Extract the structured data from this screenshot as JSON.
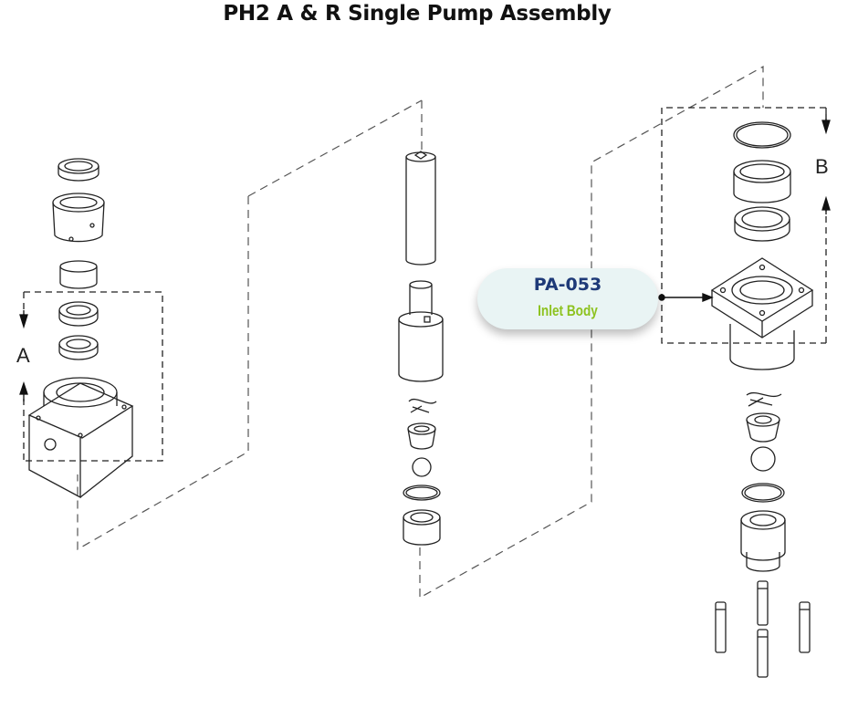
{
  "title": "PH2 A & R Single Pump Assembly",
  "callout": {
    "part_number": "PA-053",
    "part_name": "Inlet Body"
  },
  "labels": {
    "section_a": "A",
    "section_b": "B"
  },
  "colors": {
    "callout_bg": "#e9f4f4",
    "part_number": "#1e3a78",
    "part_name": "#8dc21f",
    "line": "#333333"
  }
}
